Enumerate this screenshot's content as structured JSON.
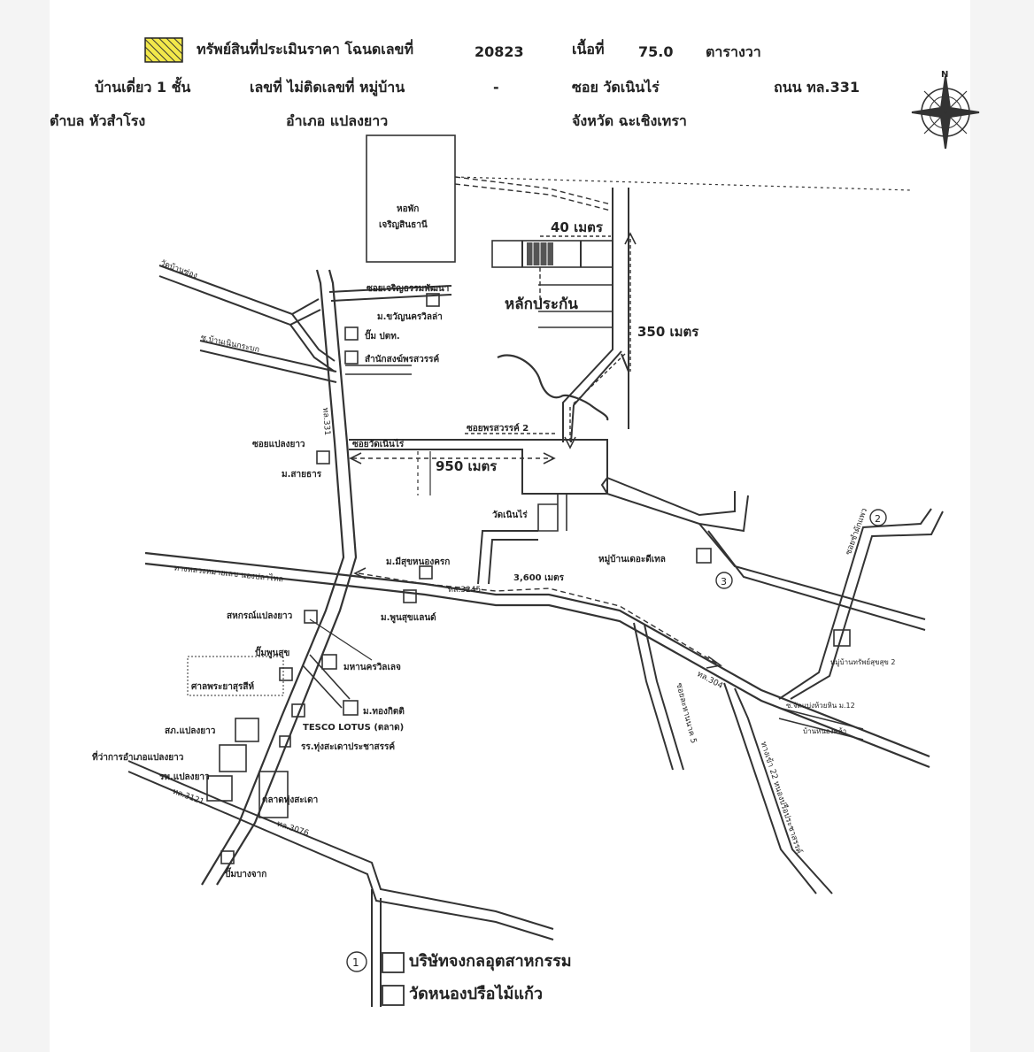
{
  "header": {
    "line1": {
      "asset_label": "ทรัพย์สินที่ประเมินราคา โฉนดเลขที่",
      "deed_no": "20823",
      "area_label": "เนื้อที่",
      "area_value": "75.0",
      "area_unit": "ตารางวา"
    },
    "line2": {
      "building": "บ้านเดี่ยว 1 ชั้น",
      "house_no": "เลขที่ ไม่ติดเลขที่ หมู่บ้าน",
      "village": "-",
      "soi": "ซอย วัดเนินไร่",
      "road": "ถนน ทล.331"
    },
    "line3": {
      "tambon": "ตำบล หัวสำโรง",
      "amphoe": "อำเภอ แปลงยาว",
      "province": "จังหวัด ฉะเชิงเทรา"
    }
  },
  "compass": {
    "north": "N",
    "icon": "compass-rose-icon"
  },
  "map_labels": {
    "dorm": [
      "หอพัก",
      "เจริญสินธานี"
    ],
    "dist_40": "40 เมตร",
    "collateral": "หลักประกัน",
    "dist_350": "350 เมตร",
    "dist_950": "950 เมตร",
    "dist_3600": "3,600 เมตร",
    "soi_2": "ซอยพรสวรรค์ 2",
    "soi_wat": "ซอยวัดเนินไร่",
    "soi_left": "ซอยแปลงยาว",
    "m_watchara": "ม.ขวัญนครวิลล่า",
    "pump_ptt": "ปั๊ม ปตท.",
    "office_pond": "สำนักสงฆ์พรสวรรค์",
    "m_saithan": "ม.สายธาร",
    "wat_noen_rai": "วัดเนินไร่",
    "m_meesuk": "ม.มีสุขหนองครก",
    "village_garden": "หมู่บ้านเดอะดีเทล",
    "m_poonsuk": "ม.พูนสุขแลนด์",
    "coop": "สหกรณ์แปลงยาว",
    "pump_poonsuk": "ปั๊มพูนสุข",
    "shrine": "ศาลพระยาสุรสีห์",
    "mahanakhon": "มหานครวิลเลจ",
    "m_thongkit": "ม.ทองกิตติ",
    "tesco": "TESCO LOTUS (ตลาด)",
    "police": "สภ.แปลงยาว",
    "school": "รร.ทุ่งสะเดาประชาสรรค์",
    "district_office": "ที่ว่าการอำเภอแปลงยาว",
    "hospital": "รพ.แปลงยาว",
    "market": "ตลาดทุ่งสะเดา",
    "pump_bangchak": "ปั๊มบางจาก",
    "village_2": "หมู่บ้านทรัพย์สุขสุข 2",
    "road_331": "ทล.331",
    "road_3245": "ทล.3245",
    "road_304": "ทล.304",
    "road_3121": "ทล.3121",
    "road_3076": "ทล.3076",
    "soi_kanchana": "ซอยละหานนาค 5",
    "road_nongpla": "ทางหลวงหมายเลข นองปลาไหล",
    "road_right": "ทางเข้า 22 หนองปรือประชาสรรค์",
    "right_label1": "ซ.จัดแบ่งห้วยหิน ม.12",
    "right_label2": "บ้านหนองคล้า",
    "left_road1": "วัดบ้านซ่อง",
    "left_road2": "ซ.บ้านเนินกระบก",
    "top_left_road": "ซอยเจริญธรรมพัฒนา",
    "lower_right_road": "ซอยชำผักแพว",
    "circle_1": "1",
    "circle_2": "2",
    "circle_3": "3"
  },
  "legend": {
    "items": [
      {
        "number": "1",
        "label": "บริษัทจงกลอุตสาหกรรม"
      },
      {
        "number": "",
        "label": "วัดหนองปรือไม้แก้ว"
      }
    ]
  },
  "colors": {
    "asset_fill": "#f2e84a",
    "line": "#333333",
    "paper": "#ffffff"
  }
}
